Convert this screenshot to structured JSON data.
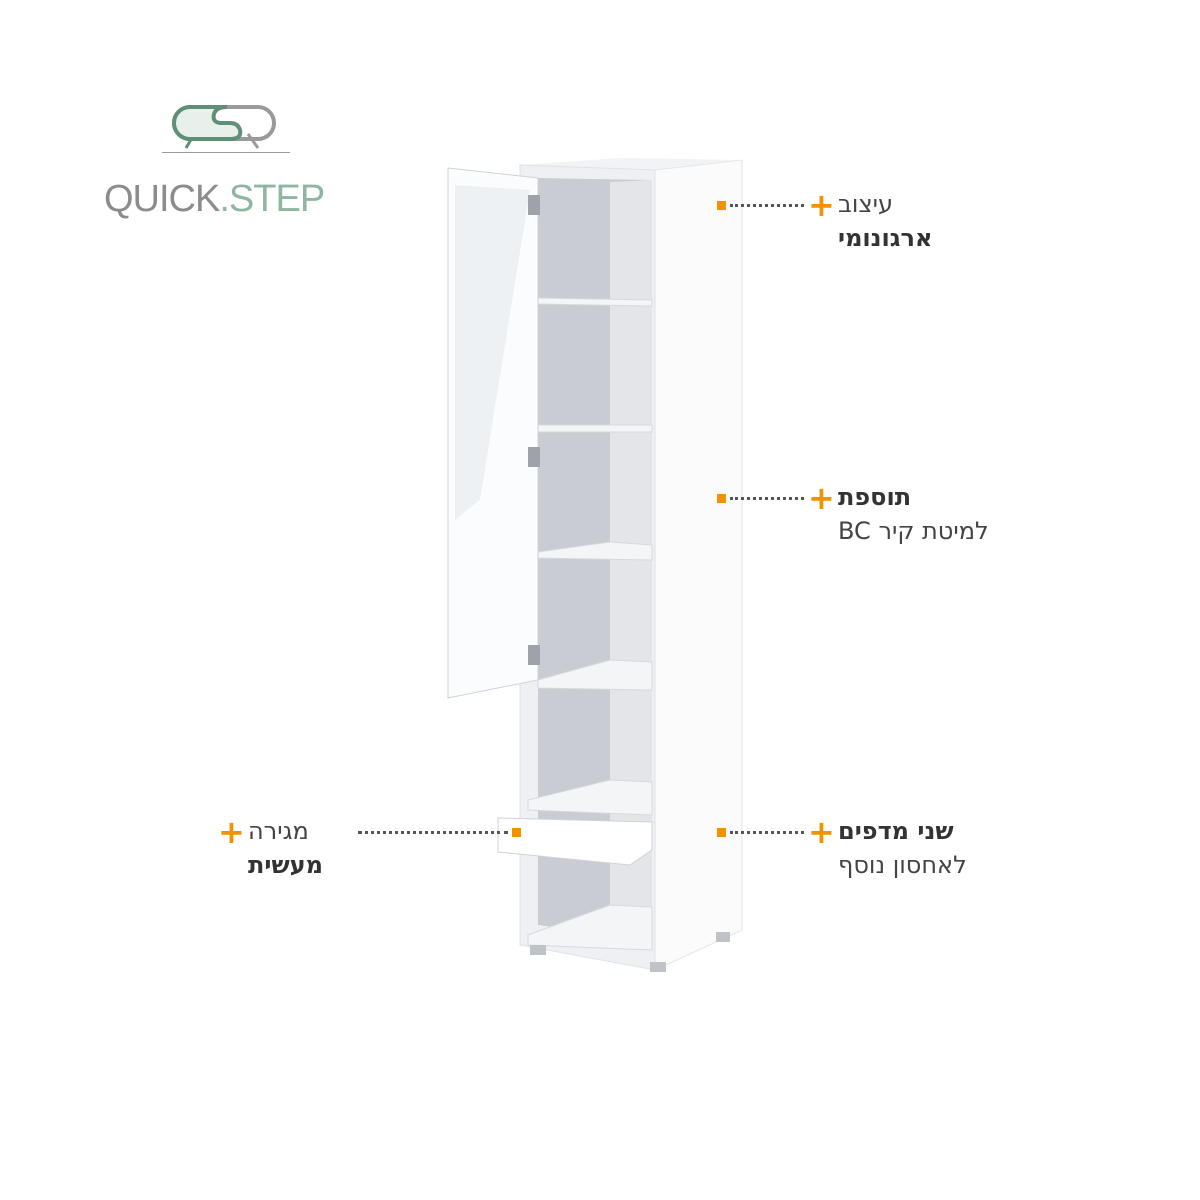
{
  "brand": {
    "name_part1": "QUICK",
    "name_part2": ".STEP",
    "colors": {
      "grey": "#8c8c8c",
      "green": "#8fb5a3"
    }
  },
  "callouts": [
    {
      "id": "ergonomic",
      "line1": "עיצוב",
      "line2": "ארגונומי",
      "bold": 2
    },
    {
      "id": "wallbed",
      "line1": "תוספת",
      "line2": "למיטת קיר BC",
      "bold": 1
    },
    {
      "id": "shelves",
      "line1": "שני מדפים",
      "line2": "לאחסון נוסף",
      "bold": 1
    },
    {
      "id": "drawer",
      "line1": "מגירה",
      "line2": "מעשית",
      "bold": 2
    }
  ],
  "accent": "#f39200"
}
